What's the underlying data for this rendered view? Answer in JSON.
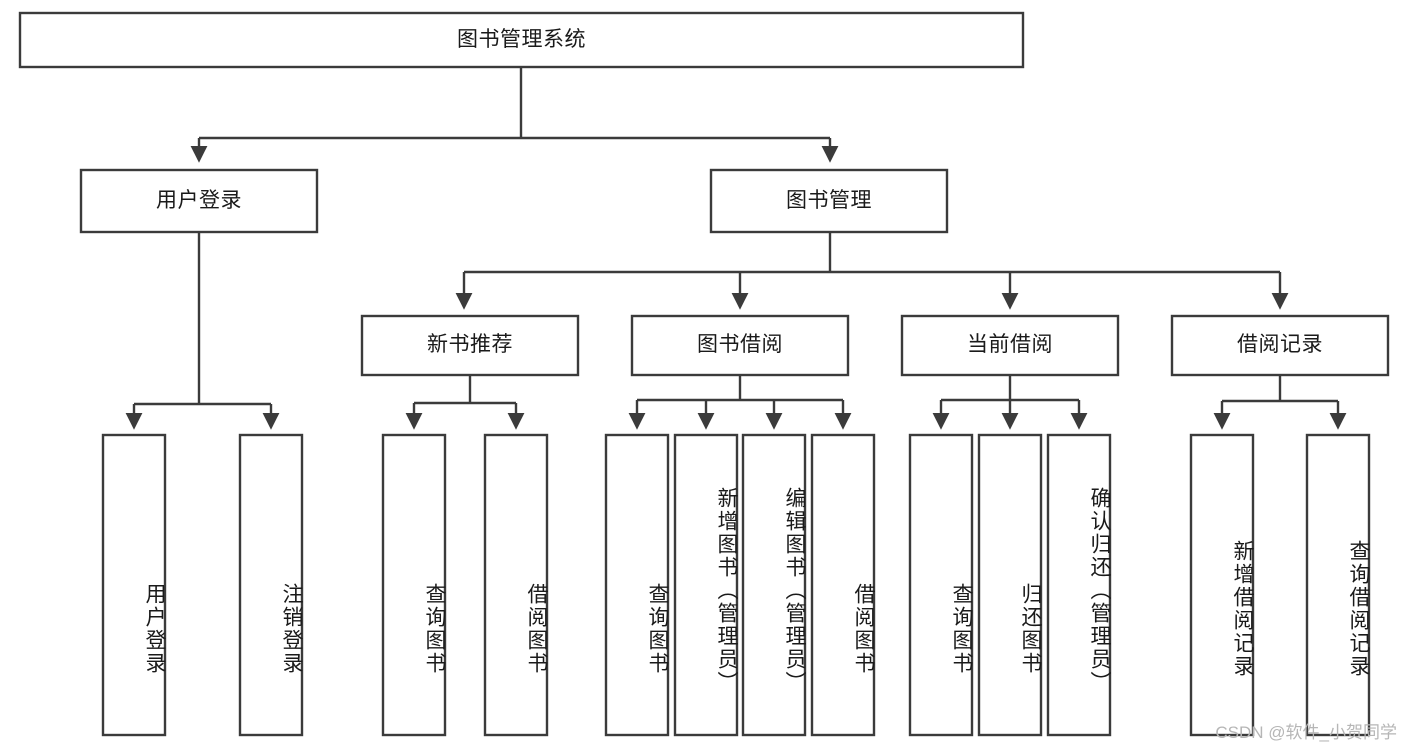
{
  "diagram": {
    "type": "tree-hierarchy",
    "title": "图书管理系统",
    "watermark": "CSDN @软件_小贺同学",
    "colors": {
      "stroke": "#3b3b3b",
      "box_fill": "#ffffff",
      "text": "#1a1a1a",
      "background": "#ffffff",
      "watermark": "#b6b6b6"
    },
    "levels": {
      "root": {
        "label": "图书管理系统"
      },
      "level2": [
        {
          "label": "用户登录"
        },
        {
          "label": "图书管理"
        }
      ],
      "level3": [
        {
          "label": "新书推荐"
        },
        {
          "label": "图书借阅"
        },
        {
          "label": "当前借阅"
        },
        {
          "label": "借阅记录"
        }
      ],
      "level4": [
        {
          "label": "用户登录",
          "parent": "用户登录"
        },
        {
          "label": "注销登录",
          "parent": "用户登录"
        },
        {
          "label": "查询图书",
          "parent": "新书推荐"
        },
        {
          "label": "借阅图书",
          "parent": "新书推荐"
        },
        {
          "label": "查询图书",
          "parent": "图书借阅"
        },
        {
          "label": "新增图书（管理员）",
          "parent": "图书借阅"
        },
        {
          "label": "编辑图书（管理员）",
          "parent": "图书借阅"
        },
        {
          "label": "借阅图书",
          "parent": "图书借阅"
        },
        {
          "label": "查询图书",
          "parent": "当前借阅"
        },
        {
          "label": "归还图书",
          "parent": "当前借阅"
        },
        {
          "label": "确认归还（管理员）",
          "parent": "当前借阅"
        },
        {
          "label": "新增借阅记录",
          "parent": "借阅记录"
        },
        {
          "label": "查询借阅记录",
          "parent": "借阅记录"
        }
      ]
    }
  }
}
